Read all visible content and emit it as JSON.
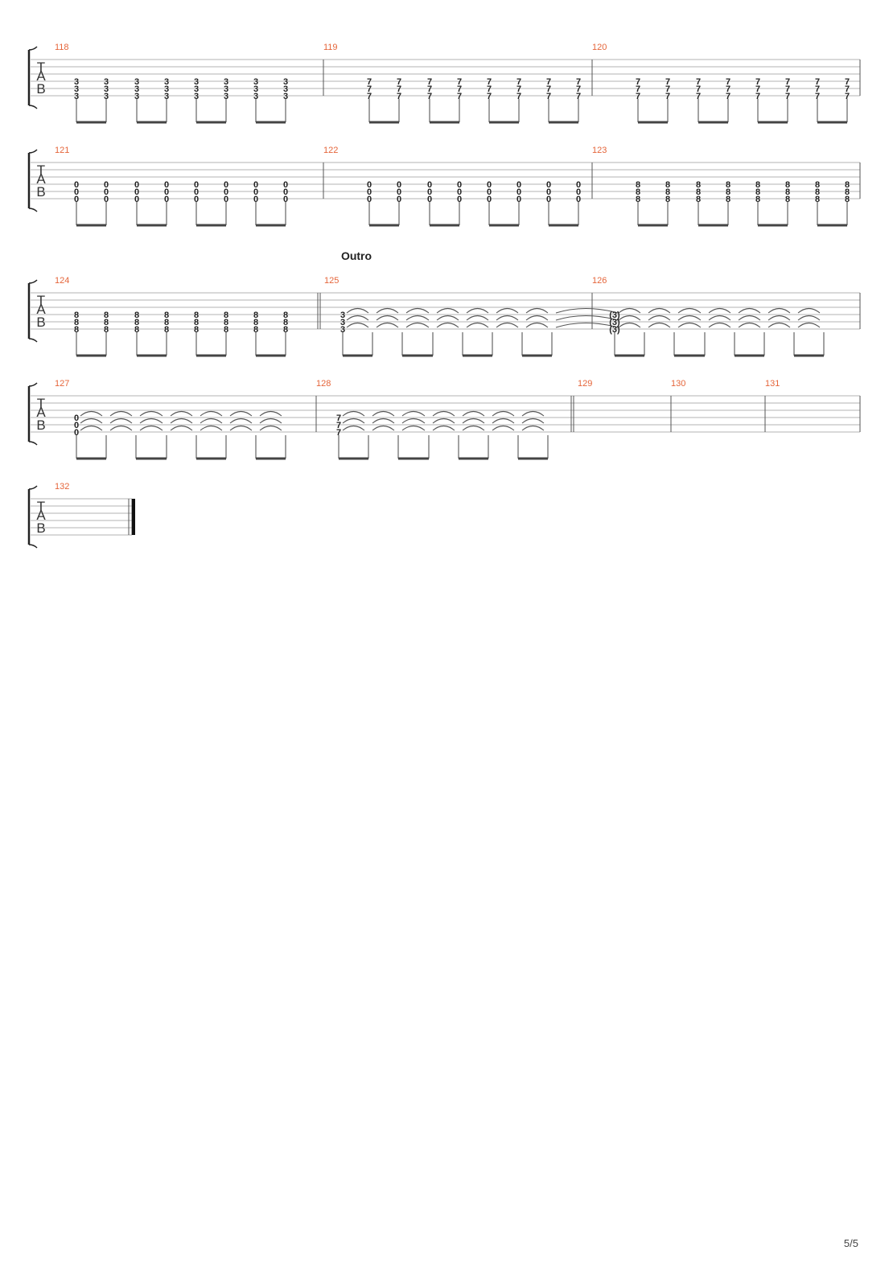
{
  "document": {
    "page_number": "5/5",
    "section_label": "Outro",
    "clef_letters": [
      "T",
      "A",
      "B"
    ],
    "colors": {
      "measure_number": "#e5653a",
      "staff_line": "#b3b3b3",
      "barline": "#555555",
      "note_text": "#222222",
      "beam": "#444444",
      "tie": "#555555"
    }
  },
  "systems": [
    {
      "measures": [
        {
          "number": "118",
          "frets": [
            "3",
            "3",
            "3"
          ],
          "count": 8,
          "tied": false,
          "rest": false
        },
        {
          "number": "119",
          "frets": [
            "7",
            "7",
            "7"
          ],
          "count": 8,
          "tied": false,
          "rest": false
        },
        {
          "number": "120",
          "frets": [
            "7",
            "7",
            "7"
          ],
          "count": 8,
          "tied": false,
          "rest": false
        }
      ]
    },
    {
      "measures": [
        {
          "number": "121",
          "frets": [
            "0",
            "0",
            "0"
          ],
          "count": 8,
          "tied": false,
          "rest": false
        },
        {
          "number": "122",
          "frets": [
            "0",
            "0",
            "0"
          ],
          "count": 8,
          "tied": false,
          "rest": false
        },
        {
          "number": "123",
          "frets": [
            "8",
            "8",
            "8"
          ],
          "count": 8,
          "tied": false,
          "rest": false
        }
      ]
    },
    {
      "section": "Outro",
      "measures": [
        {
          "number": "124",
          "frets": [
            "8",
            "8",
            "8"
          ],
          "count": 8,
          "tied": false,
          "rest": false
        },
        {
          "number": "125",
          "frets": [
            "3",
            "3",
            "3"
          ],
          "count": 1,
          "tied": true,
          "rest": false
        },
        {
          "number": "126",
          "frets": [
            "(3)",
            "(3)",
            "(3)"
          ],
          "count": 1,
          "tied": true,
          "rest": false
        }
      ]
    },
    {
      "measures": [
        {
          "number": "127",
          "frets": [
            "0",
            "0",
            "0"
          ],
          "count": 1,
          "tied": true,
          "rest": false
        },
        {
          "number": "128",
          "frets": [
            "7",
            "7",
            "7"
          ],
          "count": 1,
          "tied": true,
          "rest": false
        },
        {
          "number": "129",
          "frets": [],
          "count": 0,
          "tied": false,
          "rest": true
        },
        {
          "number": "130",
          "frets": [],
          "count": 0,
          "tied": false,
          "rest": true
        },
        {
          "number": "131",
          "frets": [],
          "count": 0,
          "tied": false,
          "rest": true
        }
      ]
    },
    {
      "measures": [
        {
          "number": "132",
          "frets": [],
          "count": 0,
          "tied": false,
          "rest": true
        }
      ]
    }
  ]
}
